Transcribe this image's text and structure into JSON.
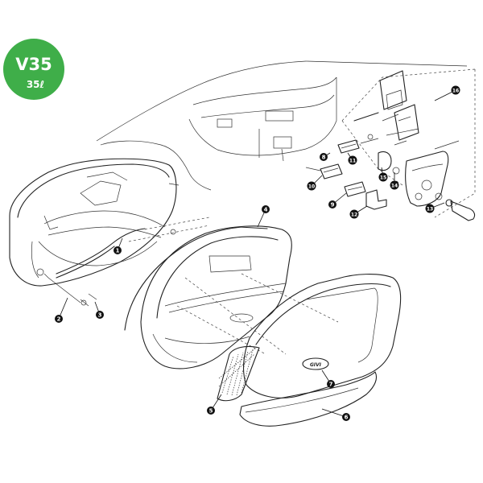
{
  "badge": {
    "model": "V35",
    "capacity": "35ℓ",
    "color": "#3fae49"
  },
  "callouts": [
    {
      "id": "1",
      "label": "1"
    },
    {
      "id": "2",
      "label": "2"
    },
    {
      "id": "3",
      "label": "3"
    },
    {
      "id": "4",
      "label": "4"
    },
    {
      "id": "5",
      "label": "5"
    },
    {
      "id": "6",
      "label": "6"
    },
    {
      "id": "7",
      "label": "7"
    },
    {
      "id": "8",
      "label": "8"
    },
    {
      "id": "9",
      "label": "9"
    },
    {
      "id": "10",
      "label": "10"
    },
    {
      "id": "11",
      "label": "11"
    },
    {
      "id": "12",
      "label": "12"
    },
    {
      "id": "13",
      "label": "13"
    },
    {
      "id": "14",
      "label": "14"
    },
    {
      "id": "15",
      "label": "15"
    },
    {
      "id": "16",
      "label": "16"
    }
  ],
  "lid_logo": "GIVI"
}
